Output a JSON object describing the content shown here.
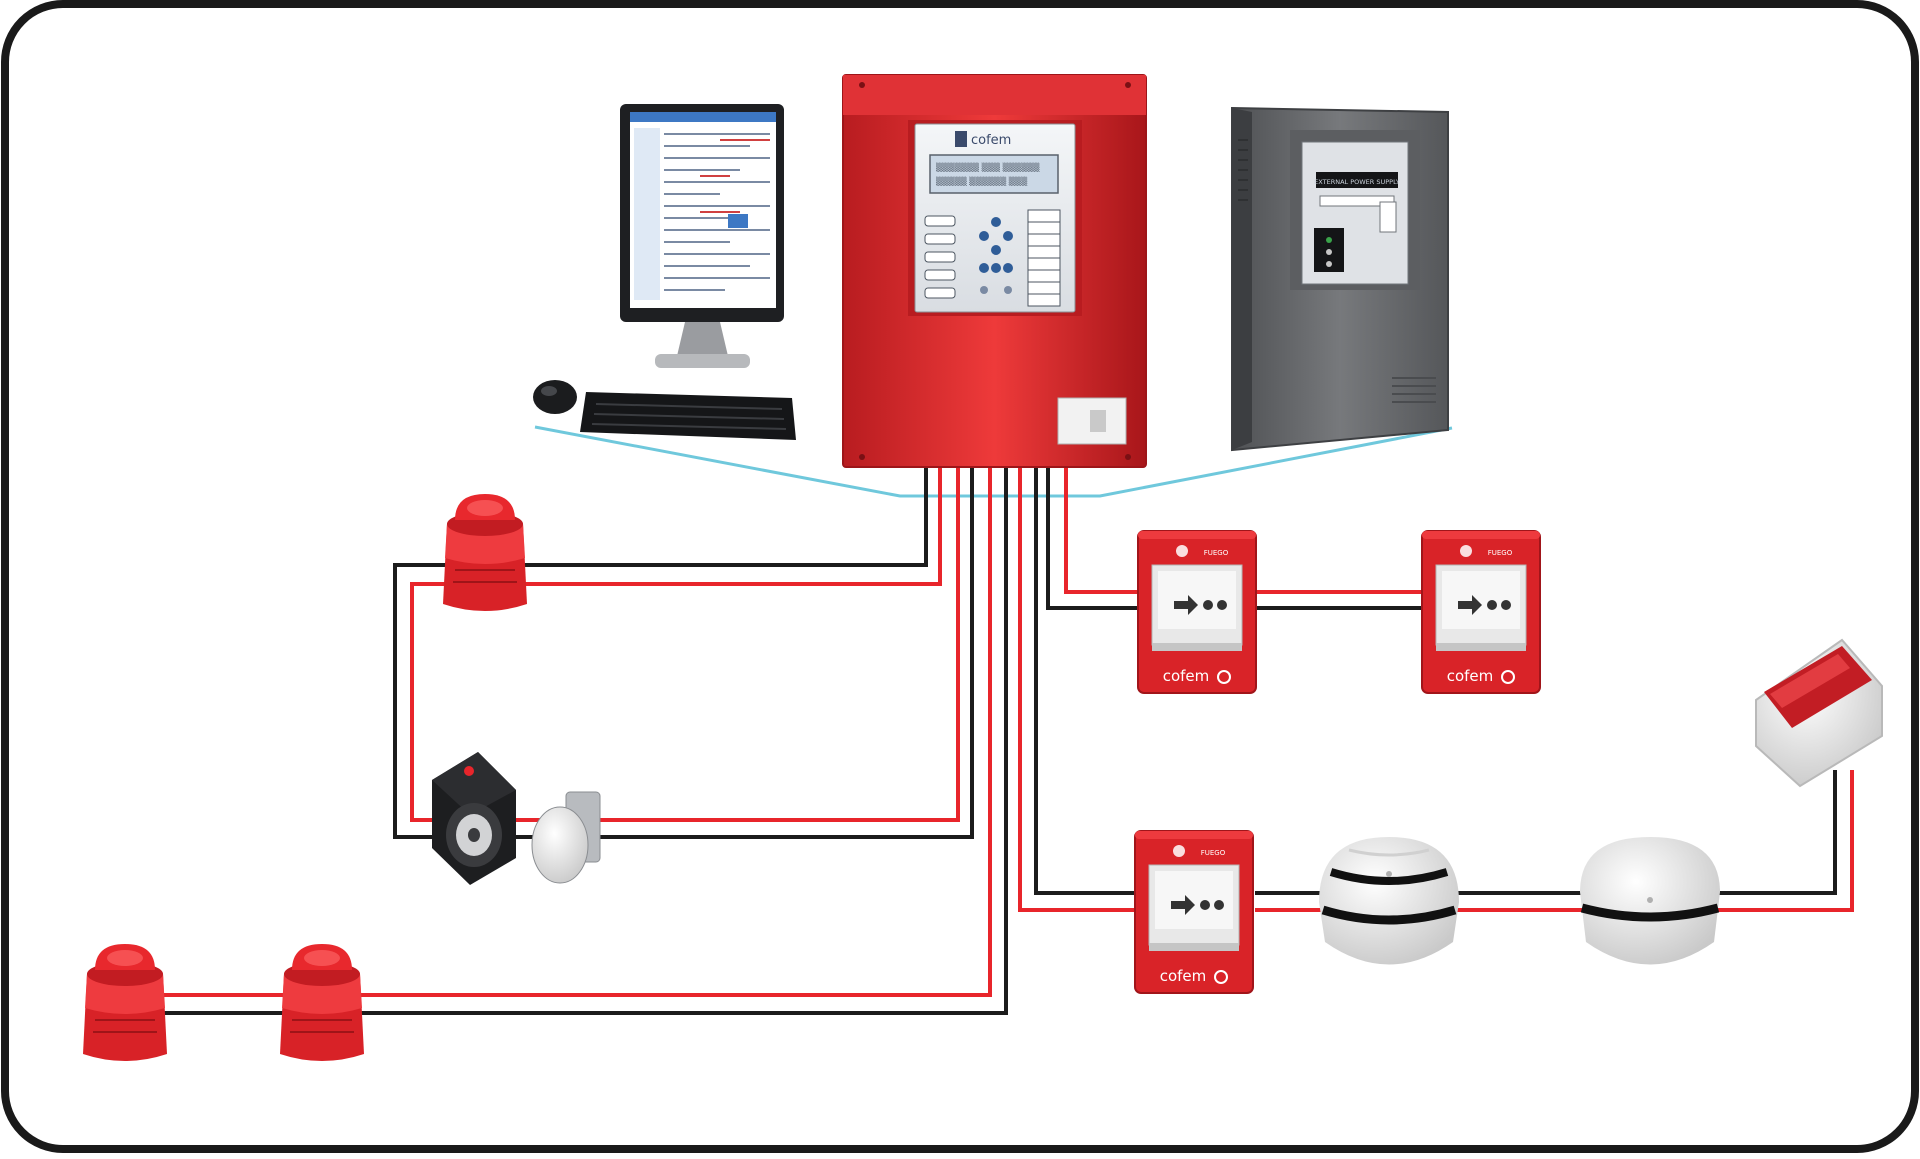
{
  "diagram": {
    "colors": {
      "frame": "#1a1a1a",
      "wire_red": "#e8252b",
      "wire_black": "#1c1c1c",
      "data_link": "#6fc8dc",
      "panel_red": "#d9262b",
      "psu_grey": "#6b6d70",
      "device_white": "#eeeeee"
    },
    "panel": {
      "brand": "cofem",
      "display_line_1": "▒▒▒▒▒▒▒ ▒▒▒ ▒▒▒▒▒▒",
      "display_line_2": "▒▒▒▒▒ ▒▒▒▒▒▒ ▒▒▒"
    },
    "power_supply": {
      "label": "EXTERNAL POWER SUPPLY"
    },
    "call_points": {
      "top_text": "FUEGO",
      "brand": "cofem"
    },
    "devices": [
      {
        "name": "computer-workstation",
        "icon": "monitor-icon"
      },
      {
        "name": "fire-alarm-control-panel",
        "icon": "panel-icon"
      },
      {
        "name": "external-power-supply",
        "icon": "psu-icon"
      },
      {
        "name": "sounder-beacon",
        "icon": "sounder-icon",
        "count": 3
      },
      {
        "name": "door-holder",
        "icon": "magnet-icon"
      },
      {
        "name": "manual-call-point",
        "icon": "call-point-icon",
        "count": 3
      },
      {
        "name": "smoke-detector",
        "icon": "detector-icon",
        "count": 2
      },
      {
        "name": "wall-beacon",
        "icon": "beacon-icon"
      }
    ]
  }
}
